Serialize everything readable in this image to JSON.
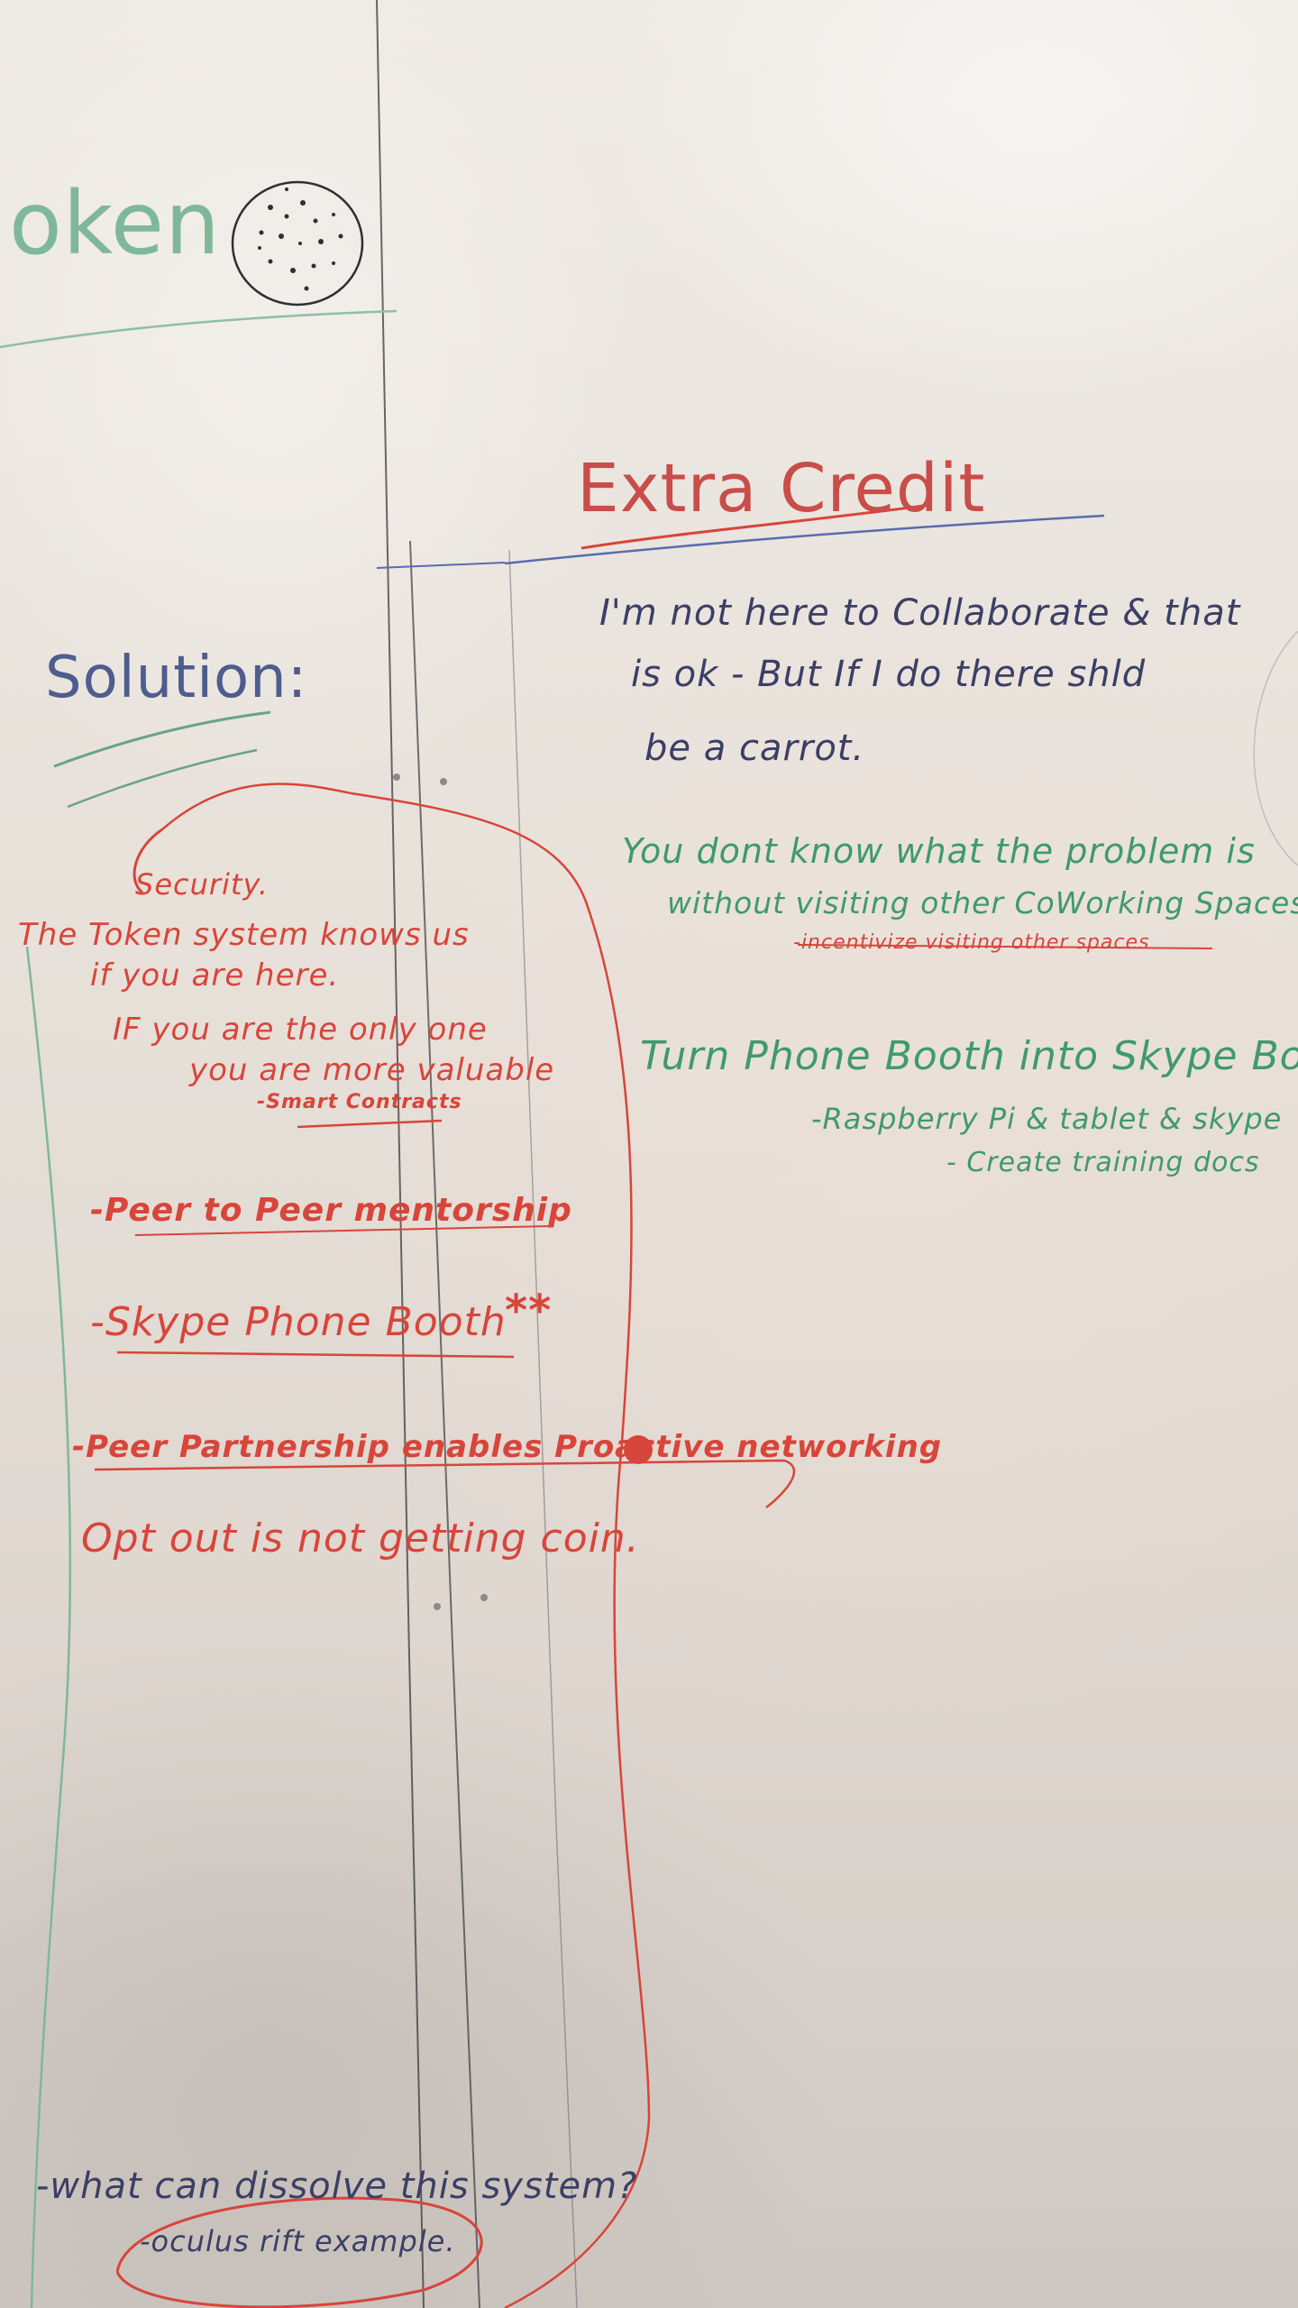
{
  "whiteboard": {
    "header_fragment": "oken",
    "extra_credit": {
      "title": "Extra Credit",
      "note_collab_line1": "I'm not here to Collaborate & that",
      "note_collab_line2": "is ok - But If I do there shld",
      "note_collab_line3": "be a carrot.",
      "note_problem_line1": "You dont know what the problem is",
      "note_problem_line2": "without visiting other CoWorking Spaces",
      "note_problem_sub": "-incentivize visiting other spaces",
      "note_phone_booth": "Turn Phone Booth into Skype Boo",
      "note_raspberry": "-Raspberry Pi & tablet & skype",
      "note_training": "- Create training docs"
    },
    "solution": {
      "title": "Solution:",
      "security": "Security.",
      "token_line1": "The Token system knows us",
      "token_line2": "if you are here.",
      "valuable_line1": "IF you are the only one",
      "valuable_line2": "you are more valuable",
      "smart_contracts": "-Smart Contracts",
      "peer_mentorship": "-Peer to Peer mentorship",
      "skype_phone_booth": "-Skype Phone Booth",
      "stars": "**",
      "peer_partnership": "-Peer Partnership enables Proactive networking",
      "opt_out": "Opt out is not getting coin.",
      "dissolve_question": "-what can dissolve this system?",
      "oculus": "-oculus rift example."
    }
  },
  "colors": {
    "red_marker": "#d8453a",
    "green_marker": "#3f9a6c",
    "blue_marker": "#3e4f86",
    "black_marker": "#2f2f33"
  }
}
